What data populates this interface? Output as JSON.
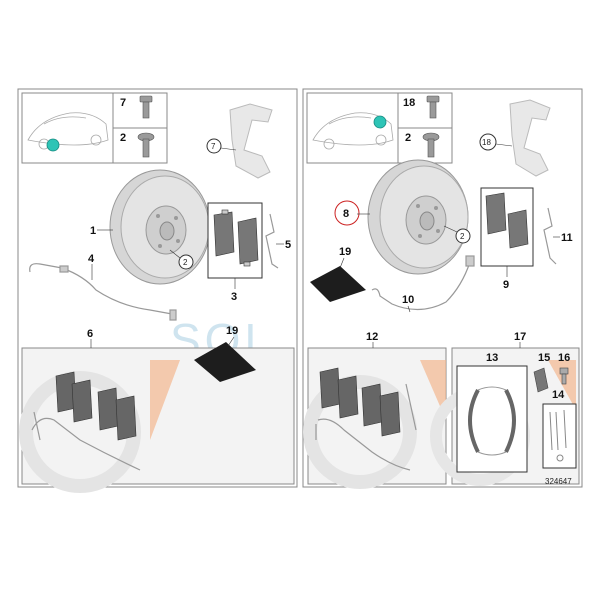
{
  "diagram": {
    "labels": {
      "l7": "7",
      "l2a": "2",
      "l7b": "7",
      "l1": "1",
      "l2b": "2",
      "l4": "4",
      "l3": "3",
      "l5": "5",
      "l6": "6",
      "l19a": "19",
      "l18": "18",
      "l2c": "2",
      "l18b": "18",
      "l8": "8",
      "l2d": "2",
      "l19b": "19",
      "l10": "10",
      "l9": "9",
      "l11": "11",
      "l12": "12",
      "l17": "17",
      "l13": "13",
      "l15": "15",
      "l16": "16",
      "l14": "14"
    },
    "watermark": "SOL",
    "part_number": "324647",
    "colors": {
      "marker": "#2ec4b6",
      "highlight": "#cc2222",
      "accent_peach": "#f2b68e",
      "accent_blue": "#9fd3ea",
      "frame": "#888888"
    }
  }
}
